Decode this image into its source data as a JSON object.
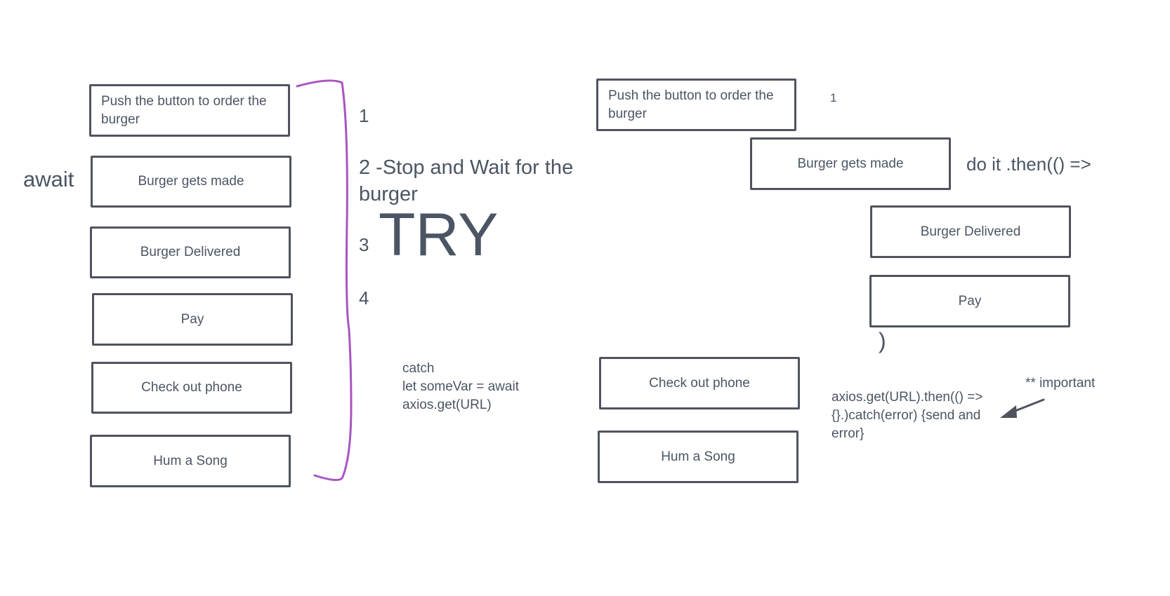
{
  "left": {
    "boxes": [
      "Push the button to order the burger",
      "Burger gets made",
      "Burger Delivered",
      "Pay",
      "Check out phone",
      "Hum a Song"
    ],
    "await_label": "await",
    "step_1": "1",
    "step_2": "2 -Stop and Wait for the burger",
    "step_3": "3",
    "try_label": "TRY",
    "step_4": "4",
    "catch_note": [
      "catch",
      "let someVar = await",
      "axios.get(URL)"
    ]
  },
  "right": {
    "boxes": [
      "Push the button to order the burger",
      "Burger gets made",
      "Burger Delivered",
      "Pay",
      "Check out phone",
      "Hum a Song"
    ],
    "step_1": "1",
    "then_label": "do it .then(() =>",
    "paren": ")",
    "code_note": [
      "axios.get(URL).then(() =>",
      "{}.)catch(error) {send and",
      "error}"
    ],
    "important_label": "** important"
  },
  "colors": {
    "bracket": "#a855c0",
    "box_border": "#50535f",
    "text": "#4b5563"
  }
}
